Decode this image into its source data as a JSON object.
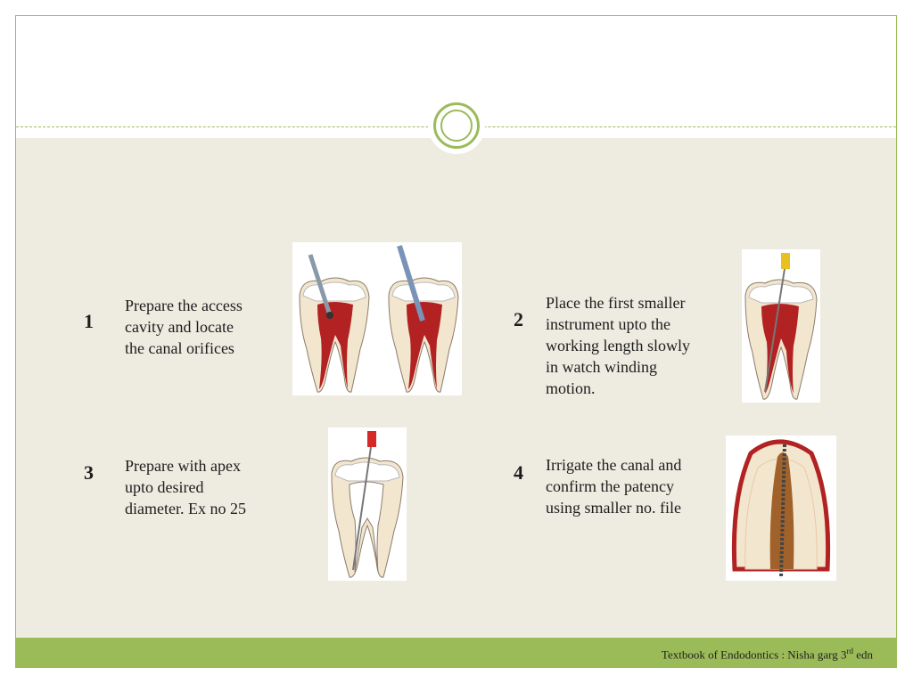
{
  "steps": [
    {
      "number": "1",
      "text_lines": [
        "Prepare the access",
        "cavity and locate",
        "the canal orifices"
      ]
    },
    {
      "number": "2",
      "text_lines": [
        "Place the first smaller",
        "instrument upto the",
        "working length slowly",
        "in watch winding",
        "motion."
      ]
    },
    {
      "number": "3",
      "text_lines": [
        "Prepare with apex",
        "upto desired",
        "diameter. Ex no 25"
      ]
    },
    {
      "number": "4",
      "text_lines": [
        "Irrigate the canal and",
        "confirm the patency",
        "using smaller no. file"
      ]
    }
  ],
  "footer": {
    "text": "Textbook of Endodontics : Nisha garg 3",
    "superscript": "rd",
    "suffix": " edn"
  },
  "colors": {
    "accent": "#9bbb59",
    "band": "#eeece1",
    "pulp": "#b22222",
    "dentin": "#f3e6cf"
  },
  "images": [
    "teeth-access-cavity-illustration",
    "tooth-first-file-illustration",
    "tooth-apex-preparation-illustration",
    "canal-irrigation-closeup-illustration"
  ]
}
